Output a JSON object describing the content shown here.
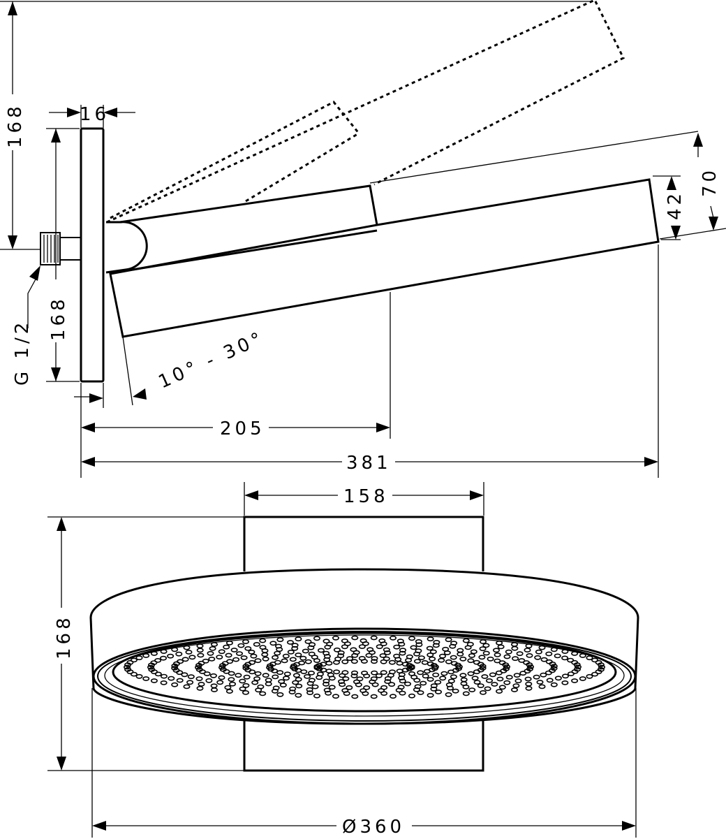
{
  "dimensions": {
    "wall_height": "168",
    "flange_thickness": "16",
    "flange_height": "168",
    "thread": "G 1/2",
    "tilt_range": "10° - 30°",
    "arm_projection": "205",
    "total_projection": "381",
    "head_height": "70",
    "head_thickness": "42",
    "plate_width": "158",
    "plate_height": "168",
    "head_diameter": "Ø360"
  }
}
